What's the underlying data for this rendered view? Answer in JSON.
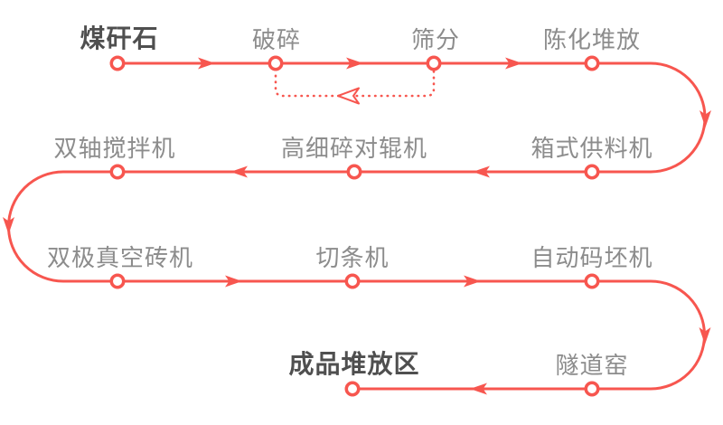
{
  "diagram": {
    "type": "process-flow-diagram",
    "subject": "coal-gangue brick production line flow",
    "colors": {
      "line": "#f7564f",
      "node_fill": "#ffffff",
      "label": "#8c8c8c",
      "label_emphasis": "#4f4f4f",
      "background": "#ffffff"
    },
    "nodes": [
      {
        "label": "煤矸石",
        "emphasis": true
      },
      {
        "label": "破碎",
        "emphasis": false
      },
      {
        "label": "筛分",
        "emphasis": false
      },
      {
        "label": "陈化堆放",
        "emphasis": false
      },
      {
        "label": "箱式供料机",
        "emphasis": false
      },
      {
        "label": "高细碎对辊机",
        "emphasis": false
      },
      {
        "label": "双轴搅拌机",
        "emphasis": false
      },
      {
        "label": "双极真空砖机",
        "emphasis": false
      },
      {
        "label": "切条机",
        "emphasis": false
      },
      {
        "label": "自动码坯机",
        "emphasis": false
      },
      {
        "label": "隧道窑",
        "emphasis": false
      },
      {
        "label": "成品堆放区",
        "emphasis": true
      }
    ],
    "flow_order": [
      "煤矸石",
      "破碎",
      "筛分",
      "陈化堆放",
      "箱式供料机",
      "高细碎对辊机",
      "双轴搅拌机",
      "双极真空砖机",
      "切条机",
      "自动码坯机",
      "隧道窑",
      "成品堆放区"
    ],
    "feedback_edge": {
      "from": "筛分",
      "to": "破碎",
      "style": "dotted-return"
    }
  }
}
